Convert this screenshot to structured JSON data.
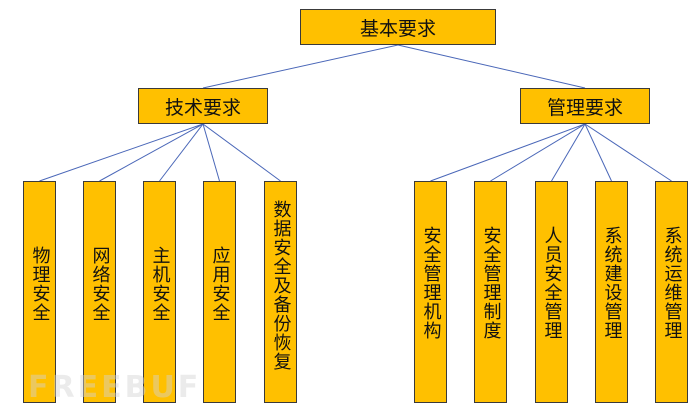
{
  "root": {
    "label": "基本要求"
  },
  "branches": [
    {
      "label": "技术要求",
      "children": [
        "物理安全",
        "网络安全",
        "主机安全",
        "应用安全",
        "数据安全及备份恢复"
      ]
    },
    {
      "label": "管理要求",
      "children": [
        "安全管理机构",
        "安全管理制度",
        "人员安全管理",
        "系统建设管理",
        "系统运维管理"
      ]
    }
  ],
  "watermark": "FREEBUF",
  "colors": {
    "box_fill": "#ffc000",
    "box_border": "#3a3a3a",
    "link_line": "#4a67b8"
  }
}
